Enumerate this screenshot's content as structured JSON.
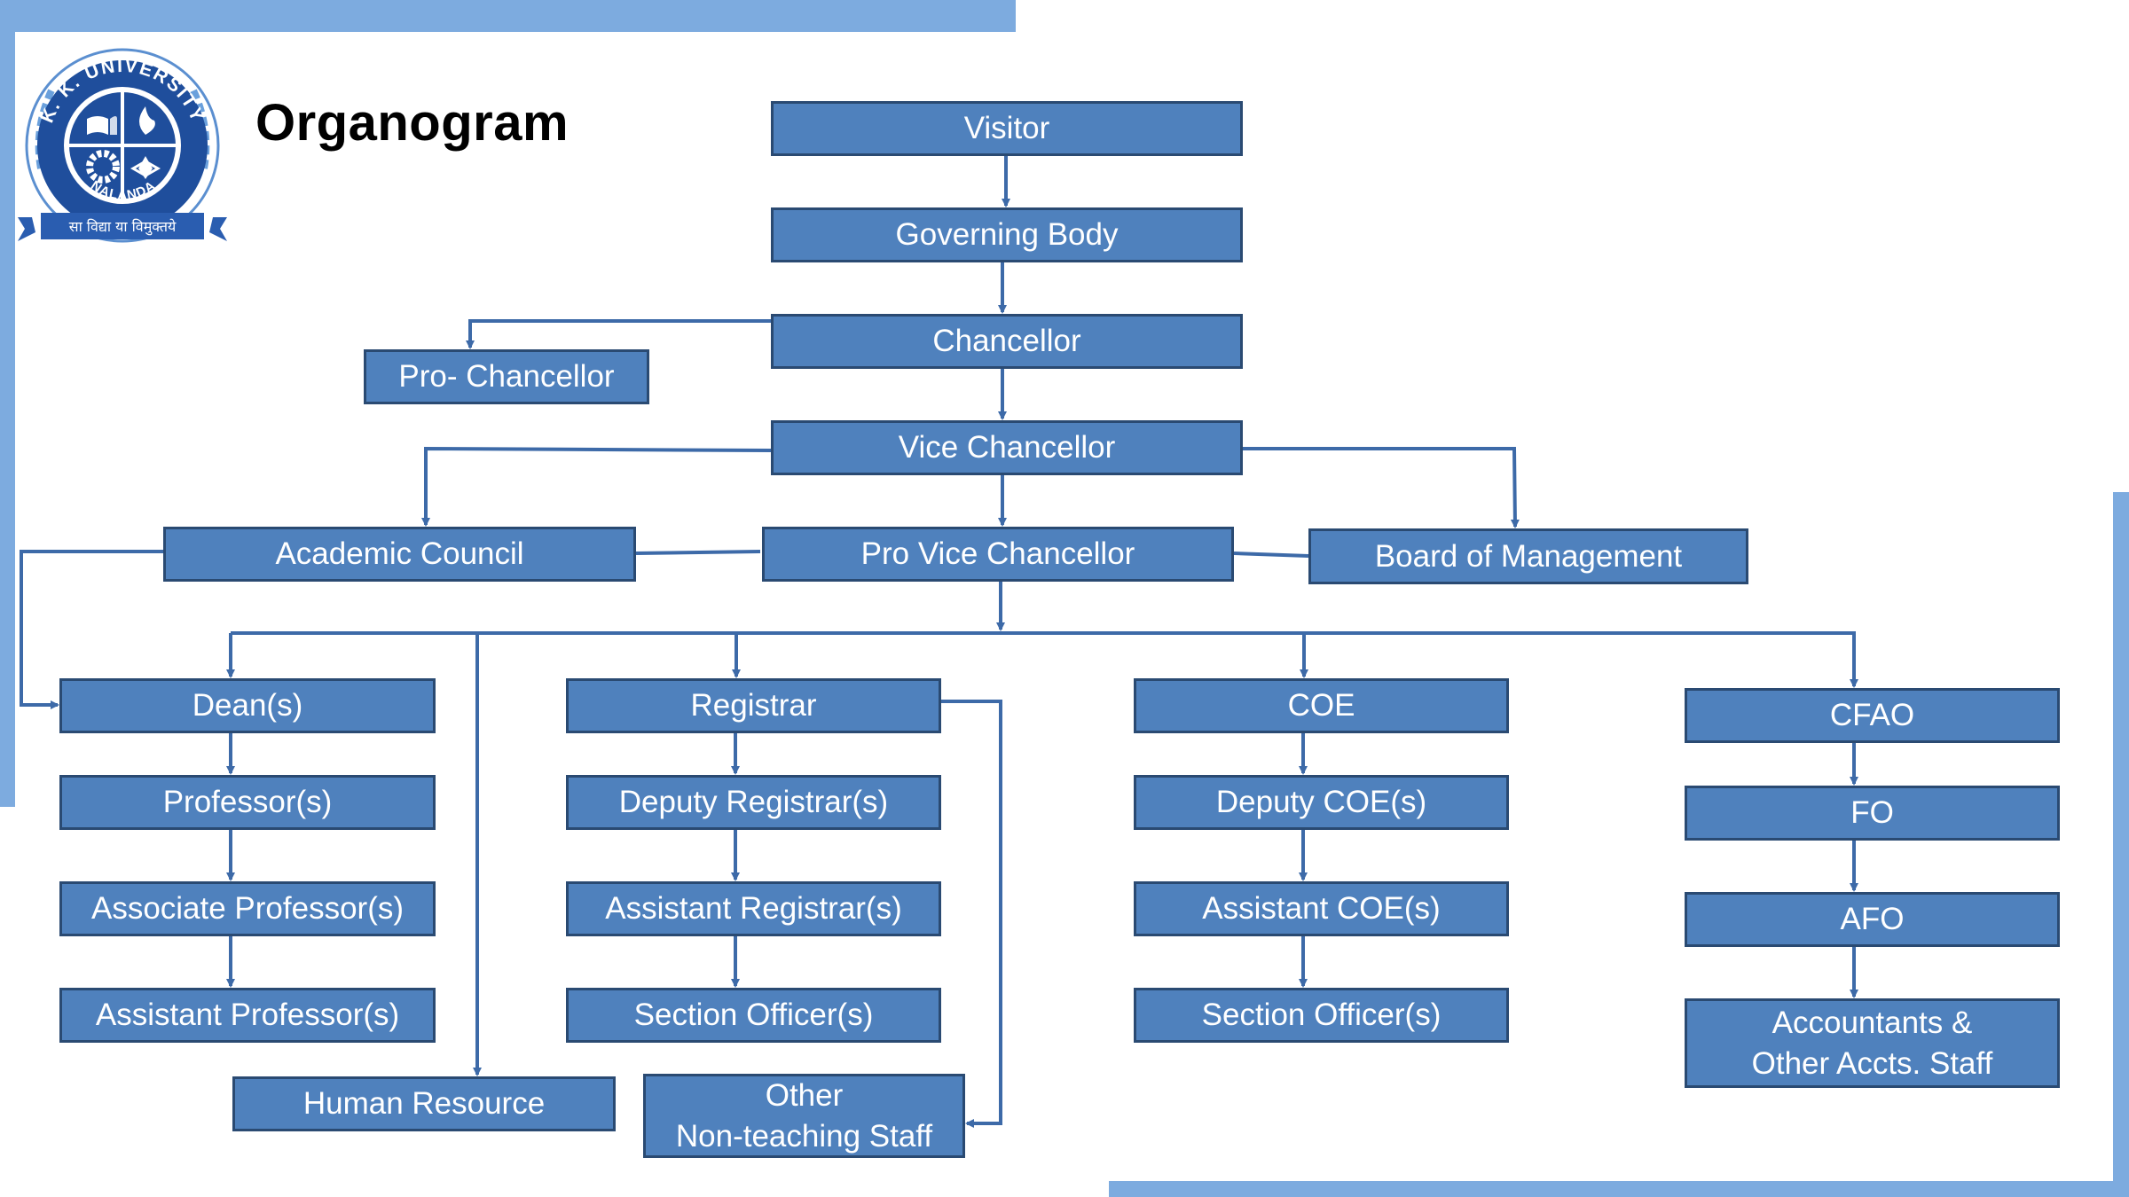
{
  "title": "Organogram",
  "logo": {
    "ring_text": "K. K. UNIVERSITY",
    "place": "NALANDA",
    "motto": "सा विद्या या विमुक्तये"
  },
  "colors": {
    "box_fill": "#4f81bd",
    "box_border": "#2a4a72",
    "connector": "#3d6aa8",
    "accent_bar": "#7dabdf"
  },
  "org": {
    "visitor": "Visitor",
    "governing_body": "Governing Body",
    "chancellor": "Chancellor",
    "pro_chancellor": "Pro- Chancellor",
    "vice_chancellor": "Vice Chancellor",
    "academic_council": "Academic Council",
    "pro_vice_chancellor": "Pro Vice Chancellor",
    "board_of_management": "Board of Management",
    "deans": "Dean(s)",
    "professors": "Professor(s)",
    "associate_professors": "Associate Professor(s)",
    "assistant_professors": "Assistant Professor(s)",
    "human_resource": "Human Resource",
    "registrar": "Registrar",
    "deputy_registrars": "Deputy Registrar(s)",
    "assistant_registrars": "Assistant Registrar(s)",
    "section_officers_registrar": "Section Officer(s)",
    "other_non_teaching_staff": "Other\nNon-teaching Staff",
    "coe": "COE",
    "deputy_coes": "Deputy COE(s)",
    "assistant_coes": "Assistant COE(s)",
    "section_officers_coe": "Section Officer(s)",
    "cfao": "CFAO",
    "fo": "FO",
    "afo": "AFO",
    "accountants": "Accountants &\nOther Accts. Staff"
  }
}
